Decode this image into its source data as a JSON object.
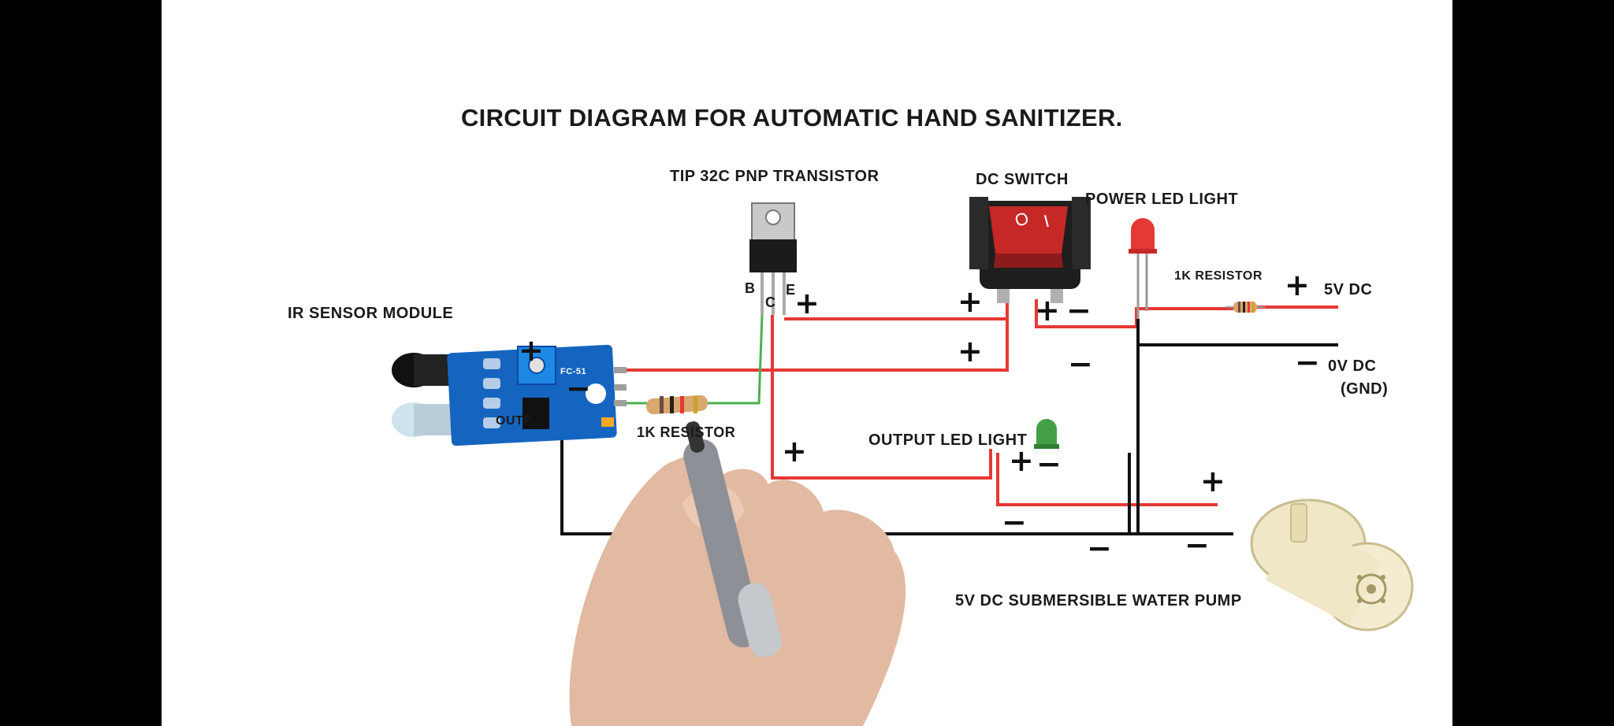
{
  "diagram": {
    "title": "CIRCUIT DIAGRAM FOR AUTOMATIC HAND SANITIZER.",
    "components": {
      "transistor": {
        "label": "TIP 32C PNP TRANSISTOR",
        "pins": [
          "B",
          "C",
          "E"
        ]
      },
      "dc_switch": {
        "label": "DC SWITCH",
        "marks": [
          "O",
          "I"
        ]
      },
      "power_led": {
        "label": "POWER LED LIGHT"
      },
      "resistor_top": {
        "label": "1K RESISTOR"
      },
      "ir_sensor": {
        "label": "IR SENSOR MODULE",
        "board_text": "FC-51",
        "pin_label": "OUTP"
      },
      "resistor_bottom": {
        "label": "1K RESISTOR"
      },
      "output_led": {
        "label": "OUTPUT LED LIGHT"
      },
      "pump": {
        "label": "5V DC SUBMERSIBLE WATER PUMP"
      }
    },
    "supply": {
      "positive": "5V DC",
      "negative": "0V DC",
      "ground": "(GND)"
    },
    "symbols": {
      "plus": "+",
      "minus": "−"
    },
    "colors": {
      "positive_wire": "#e53935",
      "ground_wire": "#111111",
      "signal_wire": "#4caf50",
      "board": "#1565c0"
    }
  }
}
